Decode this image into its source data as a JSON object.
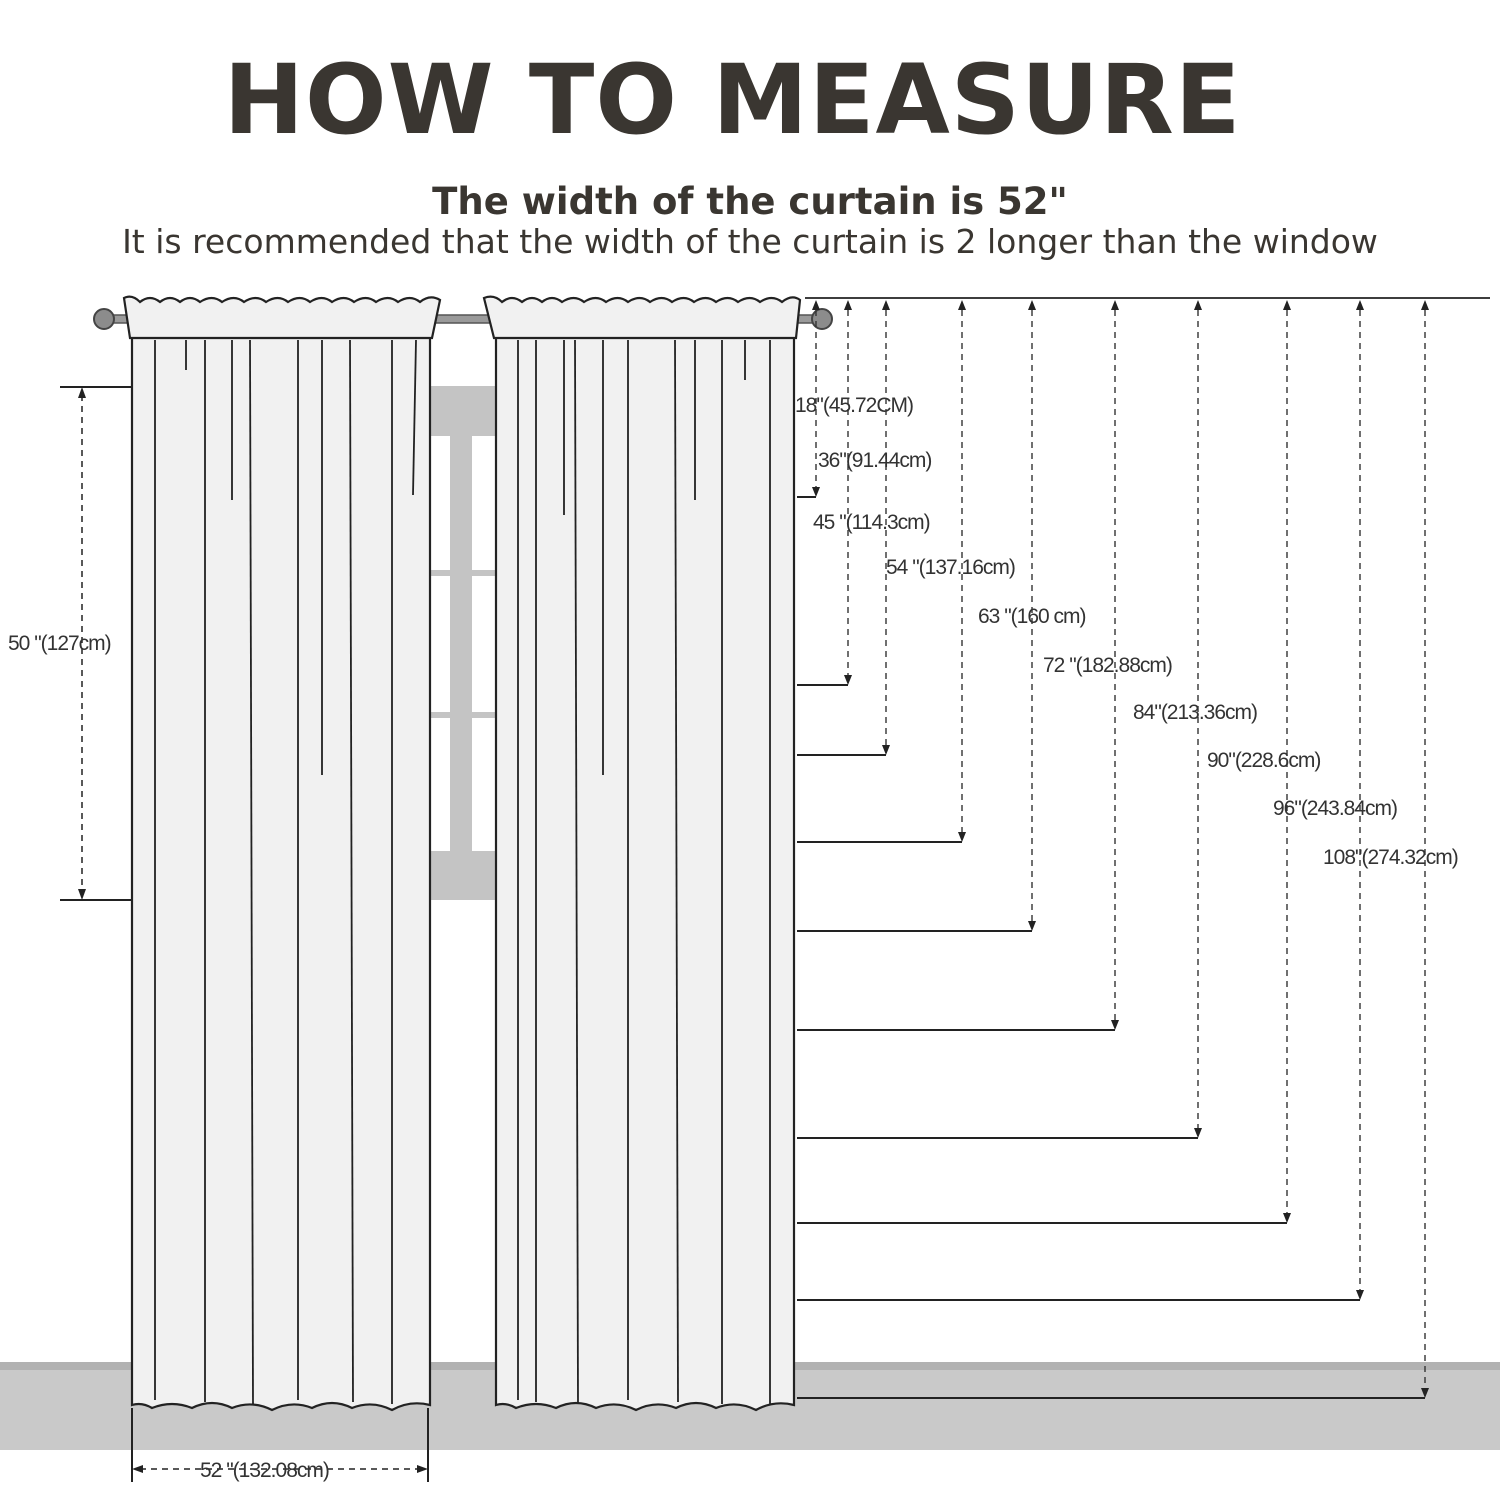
{
  "header": {
    "title": "HOW TO MEASURE",
    "subtitle": "The width of the curtain is 52\"",
    "note": "It is recommended that the width of the curtain is 2 longer than the window"
  },
  "dimensions": {
    "window_height": "50 \"(127cm)",
    "curtain_width": "52 \"(132.08cm)"
  },
  "lengths": [
    {
      "inches": 18,
      "label": "18\"(45.72CM)"
    },
    {
      "inches": 36,
      "label": "36\"(91.44cm)"
    },
    {
      "inches": 45,
      "label": "45 \"(114.3cm)"
    },
    {
      "inches": 54,
      "label": "54 \"(137.16cm)"
    },
    {
      "inches": 63,
      "label": "63 \"(160 cm)"
    },
    {
      "inches": 72,
      "label": "72 \"(182.88cm)"
    },
    {
      "inches": 84,
      "label": "84\"(213.36cm)"
    },
    {
      "inches": 90,
      "label": "90\"(228.6cm)"
    },
    {
      "inches": 96,
      "label": "96\"(243.84cm)"
    },
    {
      "inches": 108,
      "label": "108\"(274.32cm)"
    }
  ],
  "colors": {
    "title": "#3a3631",
    "line": "#222222",
    "curtain_fill": "#f1f1f1",
    "window_frame": "#c4c4c4",
    "floor": "#bdbdbd"
  }
}
